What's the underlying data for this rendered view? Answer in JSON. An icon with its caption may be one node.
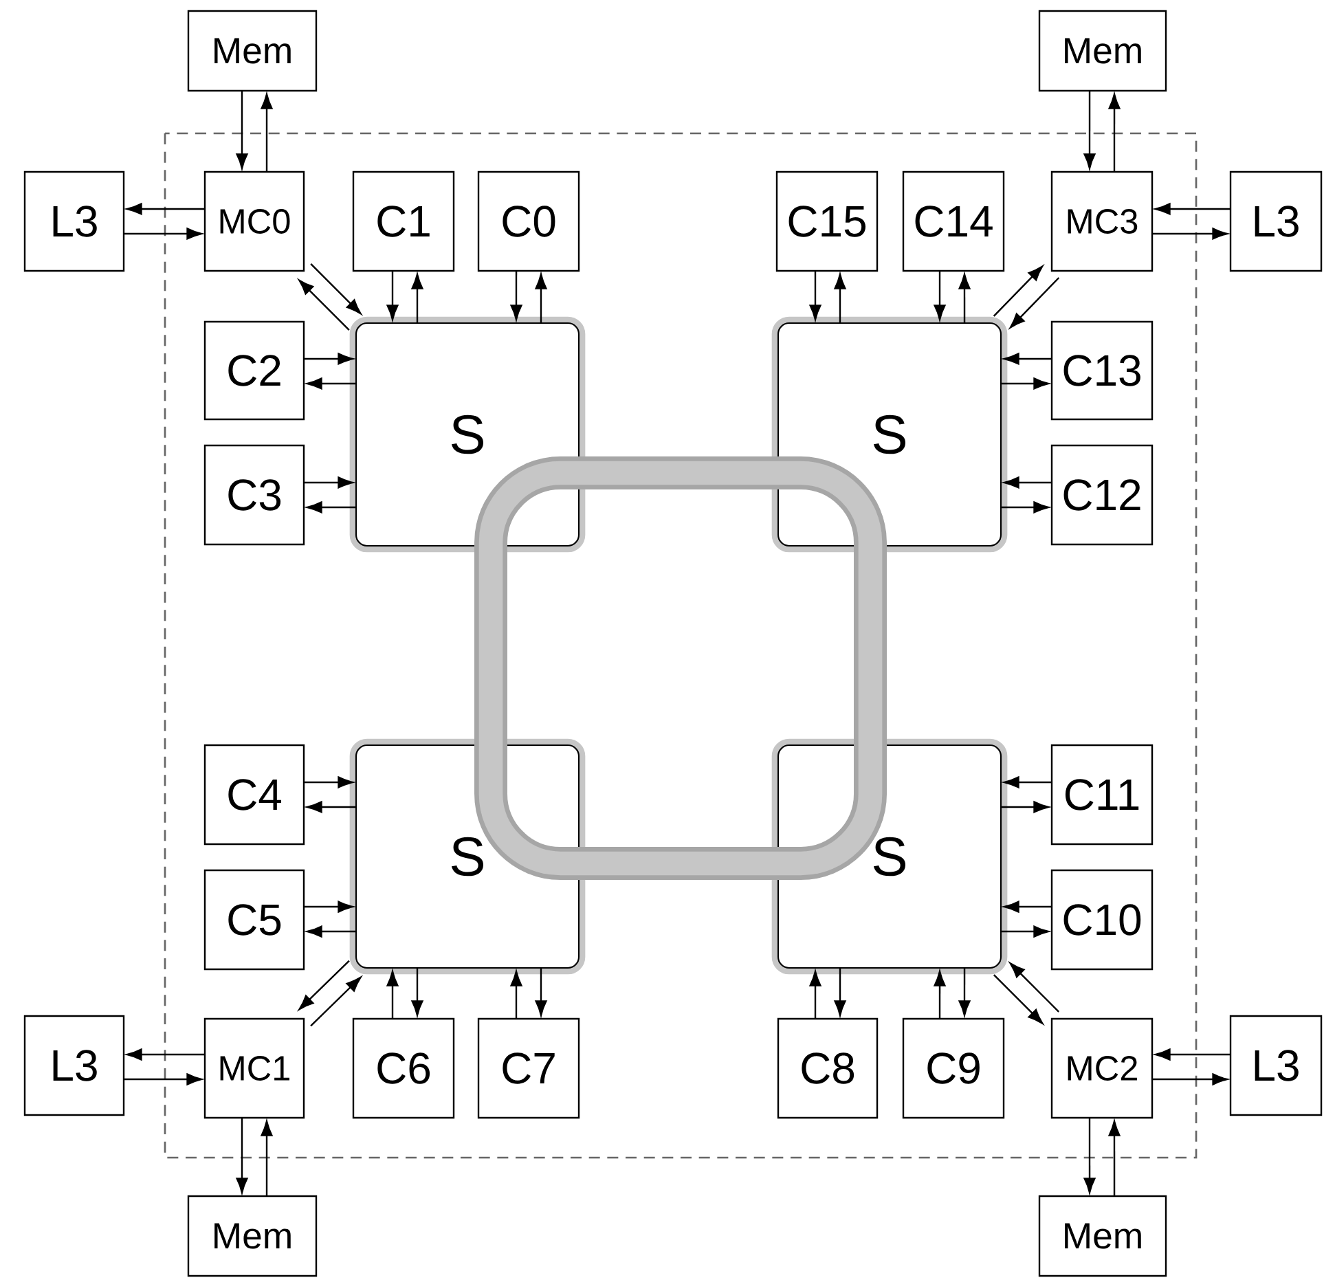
{
  "diagram": {
    "nodes": [
      {
        "text": [
          "Mem"
        ]
      },
      {
        "text": [
          "Mem"
        ]
      },
      {
        "text": [
          "L3"
        ]
      },
      {
        "text": [
          "MC0"
        ]
      },
      {
        "text": [
          "C1"
        ]
      },
      {
        "text": [
          "C0"
        ]
      },
      {
        "text": [
          "C15"
        ]
      },
      {
        "text": [
          "C14"
        ]
      },
      {
        "text": [
          "MC3"
        ]
      },
      {
        "text": [
          "L3"
        ]
      },
      {
        "text": [
          "C2"
        ]
      },
      {
        "text": [
          "S"
        ]
      },
      {
        "text": [
          "S"
        ]
      },
      {
        "text": [
          "C13"
        ]
      },
      {
        "text": [
          "C3"
        ]
      },
      {
        "text": [
          "C12"
        ]
      },
      {
        "text": [
          "C4"
        ]
      },
      {
        "text": [
          "S"
        ]
      },
      {
        "text": [
          "S"
        ]
      },
      {
        "text": [
          "C11"
        ]
      },
      {
        "text": [
          "C5"
        ]
      },
      {
        "text": [
          "C10"
        ]
      },
      {
        "text": [
          "L3"
        ]
      },
      {
        "text": [
          "MC1"
        ]
      },
      {
        "text": [
          "C6"
        ]
      },
      {
        "text": [
          "C7"
        ]
      },
      {
        "text": [
          "C8"
        ]
      },
      {
        "text": [
          "C9"
        ]
      },
      {
        "text": [
          "MC2"
        ]
      },
      {
        "text": [
          "L3"
        ]
      },
      {
        "text": [
          "Mem"
        ]
      },
      {
        "text": [
          "Mem"
        ]
      }
    ],
    "edges": [
      {
        "from": 0,
        "to": 3,
        "arrow": "to"
      },
      {
        "from": 3,
        "to": 0,
        "arrow": "to"
      },
      {
        "from": 3,
        "to": 2,
        "arrow": "to"
      },
      {
        "from": 2,
        "to": 3,
        "arrow": "to"
      },
      {
        "from": 3,
        "to": 11,
        "arrow": "to"
      },
      {
        "from": 11,
        "to": 3,
        "arrow": "to"
      },
      {
        "from": 4,
        "to": 11,
        "arrow": "to"
      },
      {
        "from": 11,
        "to": 4,
        "arrow": "to"
      },
      {
        "from": 5,
        "to": 11,
        "arrow": "to"
      },
      {
        "from": 11,
        "to": 5,
        "arrow": "to"
      },
      {
        "from": 10,
        "to": 11,
        "arrow": "to"
      },
      {
        "from": 11,
        "to": 10,
        "arrow": "to"
      },
      {
        "from": 14,
        "to": 11,
        "arrow": "to"
      },
      {
        "from": 11,
        "to": 14,
        "arrow": "to"
      },
      {
        "from": 1,
        "to": 8,
        "arrow": "to"
      },
      {
        "from": 8,
        "to": 1,
        "arrow": "to"
      },
      {
        "from": 9,
        "to": 8,
        "arrow": "to"
      },
      {
        "from": 8,
        "to": 9,
        "arrow": "to"
      },
      {
        "from": 12,
        "to": 8,
        "arrow": "to"
      },
      {
        "from": 8,
        "to": 12,
        "arrow": "to"
      },
      {
        "from": 6,
        "to": 12,
        "arrow": "to"
      },
      {
        "from": 12,
        "to": 6,
        "arrow": "to"
      },
      {
        "from": 7,
        "to": 12,
        "arrow": "to"
      },
      {
        "from": 12,
        "to": 7,
        "arrow": "to"
      },
      {
        "from": 13,
        "to": 12,
        "arrow": "to"
      },
      {
        "from": 12,
        "to": 13,
        "arrow": "to"
      },
      {
        "from": 15,
        "to": 12,
        "arrow": "to"
      },
      {
        "from": 12,
        "to": 15,
        "arrow": "to"
      },
      {
        "from": 23,
        "to": 30,
        "arrow": "to"
      },
      {
        "from": 30,
        "to": 23,
        "arrow": "to"
      },
      {
        "from": 23,
        "to": 22,
        "arrow": "to"
      },
      {
        "from": 22,
        "to": 23,
        "arrow": "to"
      },
      {
        "from": 17,
        "to": 23,
        "arrow": "to"
      },
      {
        "from": 23,
        "to": 17,
        "arrow": "to"
      },
      {
        "from": 24,
        "to": 17,
        "arrow": "to"
      },
      {
        "from": 17,
        "to": 24,
        "arrow": "to"
      },
      {
        "from": 25,
        "to": 17,
        "arrow": "to"
      },
      {
        "from": 17,
        "to": 25,
        "arrow": "to"
      },
      {
        "from": 16,
        "to": 17,
        "arrow": "to"
      },
      {
        "from": 17,
        "to": 16,
        "arrow": "to"
      },
      {
        "from": 20,
        "to": 17,
        "arrow": "to"
      },
      {
        "from": 17,
        "to": 20,
        "arrow": "to"
      },
      {
        "from": 28,
        "to": 31,
        "arrow": "to"
      },
      {
        "from": 31,
        "to": 28,
        "arrow": "to"
      },
      {
        "from": 29,
        "to": 28,
        "arrow": "to"
      },
      {
        "from": 28,
        "to": 29,
        "arrow": "to"
      },
      {
        "from": 28,
        "to": 18,
        "arrow": "to"
      },
      {
        "from": 18,
        "to": 28,
        "arrow": "to"
      },
      {
        "from": 26,
        "to": 18,
        "arrow": "to"
      },
      {
        "from": 18,
        "to": 26,
        "arrow": "to"
      },
      {
        "from": 27,
        "to": 18,
        "arrow": "to"
      },
      {
        "from": 18,
        "to": 27,
        "arrow": "to"
      },
      {
        "from": 19,
        "to": 18,
        "arrow": "to"
      },
      {
        "from": 18,
        "to": 19,
        "arrow": "to"
      },
      {
        "from": 21,
        "to": 18,
        "arrow": "to"
      },
      {
        "from": 18,
        "to": 21,
        "arrow": "to"
      }
    ]
  }
}
